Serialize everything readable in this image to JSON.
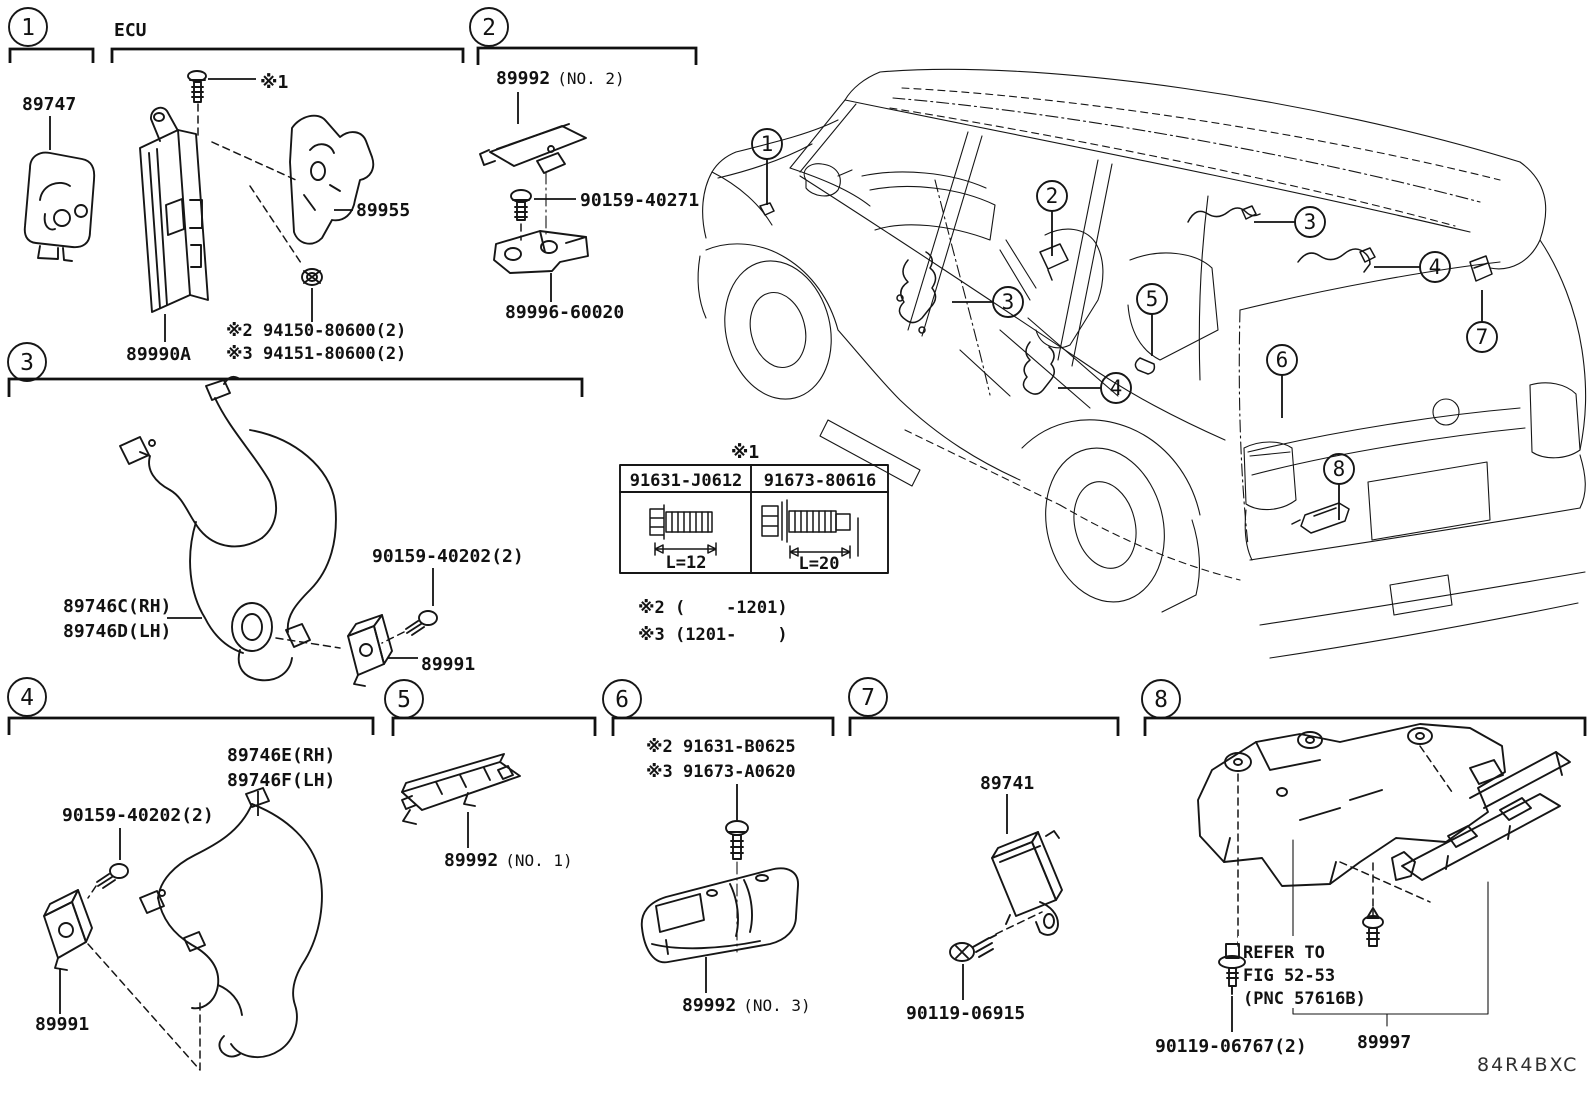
{
  "figure": {
    "code": "84R4BXC"
  },
  "callouts": {
    "n1": "1",
    "n2": "2",
    "n3": "3",
    "n4": "4",
    "n5": "5",
    "n6": "6",
    "n7": "7",
    "n8": "8"
  },
  "sections": {
    "s1": {
      "part_89747": "89747"
    },
    "ecu": {
      "label": "ECU",
      "ref1": "※1",
      "part_89955": "89955",
      "part_89990a": "89990A",
      "note_ref2": "※2 94150-80600(2)",
      "note_ref3": "※3 94151-80600(2)"
    },
    "s2": {
      "part_89992_num": "89992",
      "part_89992_no": "(NO. 2)",
      "screw": "90159-40271",
      "bracket": "89996-60020"
    },
    "s3": {
      "harness_rh": "89746C(RH)",
      "harness_lh": "89746D(LH)",
      "screw": "90159-40202(2)",
      "sensor": "89991"
    },
    "bolt_table": {
      "title": "※1",
      "col1": "91631-J0612",
      "col2": "91673-80616",
      "len1": "L=12",
      "len2": "L=20",
      "note2": "※2 (    -1201)",
      "note3": "※3 (1201-    )"
    },
    "s4": {
      "harness_rh": "89746E(RH)",
      "harness_lh": "89746F(LH)",
      "screw": "90159-40202(2)",
      "sensor": "89991"
    },
    "s5": {
      "part_89992_num": "89992",
      "part_89992_no": "(NO. 1)"
    },
    "s6": {
      "note_ref2": "※2 91631-B0625",
      "note_ref3": "※3 91673-A0620",
      "part_89992_num": "89992",
      "part_89992_no": "(NO. 3)"
    },
    "s7": {
      "receiver": "89741",
      "bolt": "90119-06915"
    },
    "s8": {
      "refer_line1": "REFER TO",
      "refer_line2": "FIG 52-53",
      "refer_line3": "(PNC 57616B)",
      "screw": "90119-06767(2)",
      "antenna": "89997"
    }
  }
}
